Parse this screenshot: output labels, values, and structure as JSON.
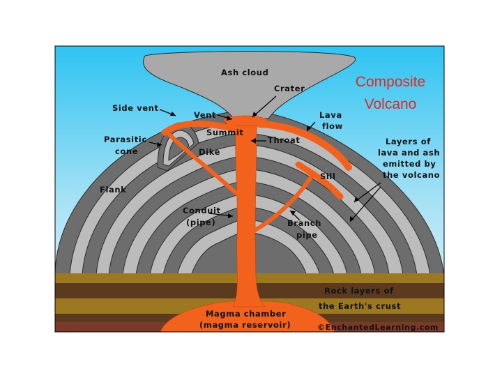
{
  "title": {
    "line1": "Composite",
    "line2": "Volcano"
  },
  "labels": {
    "ash_cloud": "Ash cloud",
    "crater": "Crater",
    "side_vent": "Side vent",
    "vent": "Vent",
    "summit": "Summit",
    "lava_flow_1": "Lava",
    "lava_flow_2": "flow",
    "parasitic_cone_1": "Parasitic",
    "parasitic_cone_2": "cone",
    "throat": "Throat",
    "dike": "Dike",
    "layers_1": "Layers of",
    "layers_2": "lava and ash",
    "layers_3": "emitted by",
    "layers_4": "the volcano",
    "sill": "Sill",
    "flank": "Flank",
    "conduit_1": "Conduit",
    "conduit_2": "(pipe)",
    "branch_pipe_1": "Branch",
    "branch_pipe_2": "pipe",
    "rock_layers_1": "Rock layers of",
    "rock_layers_2": "the Earth's crust",
    "magma_chamber_1": "Magma chamber",
    "magma_chamber_2": "(magma reservoir)"
  },
  "copyright": "©EnchantedLearning.com",
  "colors": {
    "sky_top": "#2ec3f2",
    "sky_bottom": "#e6f4f8",
    "ash": "#a9a9a9",
    "rock_dark": "#6d6d6d",
    "rock_light": "#bcbcbc",
    "magma": "#f2621c",
    "crust_gold": "#9c7820",
    "crust_brown": "#5c3a1e",
    "title": "#e4281e"
  }
}
